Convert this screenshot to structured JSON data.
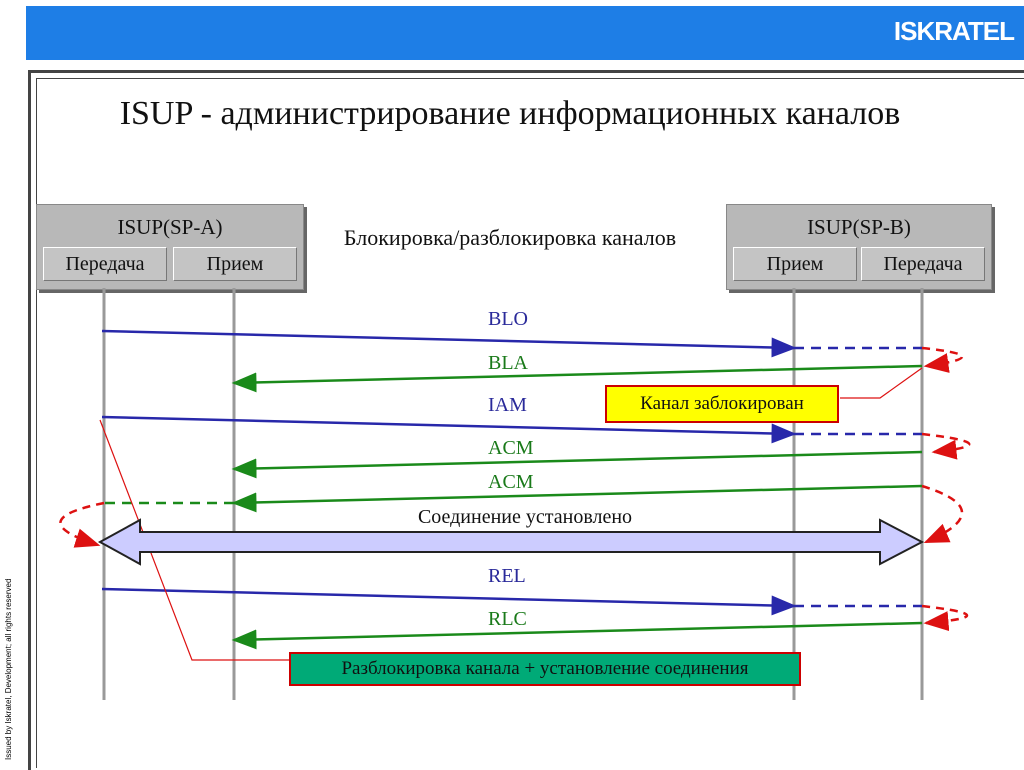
{
  "header": {
    "logo": "ISKRATEL"
  },
  "footer_side_text": "Issued by Iskratel, Development; all rights reserved",
  "title": "ISUP - администрирование информационных каналов",
  "subtitle": "Блокировка/разблокировка каналов",
  "nodes": {
    "a": {
      "title": "ISUP(SP-A)",
      "port1": "Передача",
      "port2": "Прием"
    },
    "b": {
      "title": "ISUP(SP-B)",
      "port1": "Прием",
      "port2": "Передача"
    }
  },
  "messages": {
    "blo": "BLO",
    "bla": "BLA",
    "iam": "IAM",
    "acm1": "ACM",
    "acm2": "ACM",
    "rel": "REL",
    "rlc": "RLC"
  },
  "labels": {
    "blocked": "Канал заблокирован",
    "connected": "Соединение установлено",
    "unblock": "Разблокировка канала + установление соединения"
  },
  "colors": {
    "header": "#1e7ee6",
    "forward": "#2828aa",
    "backward": "#1a8a1a",
    "highlight": "#dd1111",
    "note_bg": "#ffff00",
    "note2_bg": "#00aa77"
  }
}
